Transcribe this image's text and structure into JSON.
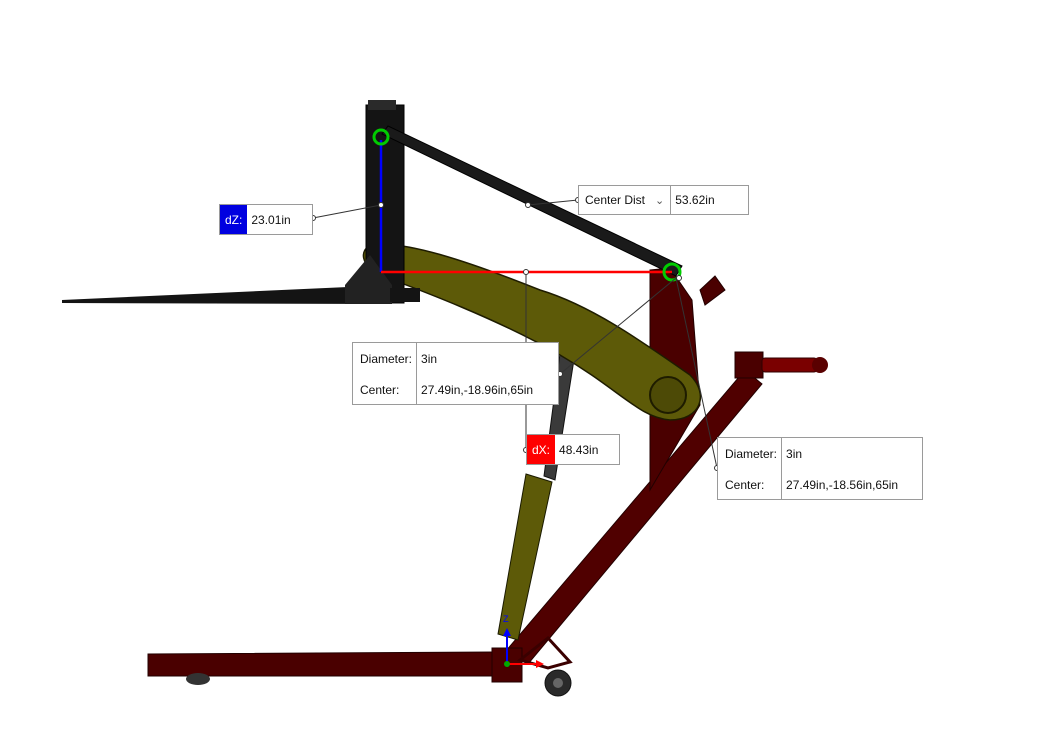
{
  "dz": {
    "label": "dZ:",
    "value": "23.01in"
  },
  "center_dist": {
    "label": "Center Dist",
    "value": "53.62in"
  },
  "dx": {
    "label": "dX:",
    "value": "48.43in"
  },
  "circle_left": {
    "diameter_label": "Diameter:",
    "diameter_value": "3in",
    "center_label": "Center:",
    "center_value": "27.49in,-18.96in,65in"
  },
  "circle_right": {
    "diameter_label": "Diameter:",
    "diameter_value": "3in",
    "center_label": "Center:",
    "center_value": "27.49in,-18.56in,65in"
  },
  "colors": {
    "frame": "#4a0000",
    "arm": "#5d5a08",
    "fork": "#141414",
    "dz_chip": "#0000e0",
    "dx_chip": "#ff0000",
    "highlight": "#00cc00"
  },
  "icons": {
    "dropdown": "chevron-down-icon",
    "triad": "coordinate-triad-icon",
    "triad_axis": "Z"
  }
}
